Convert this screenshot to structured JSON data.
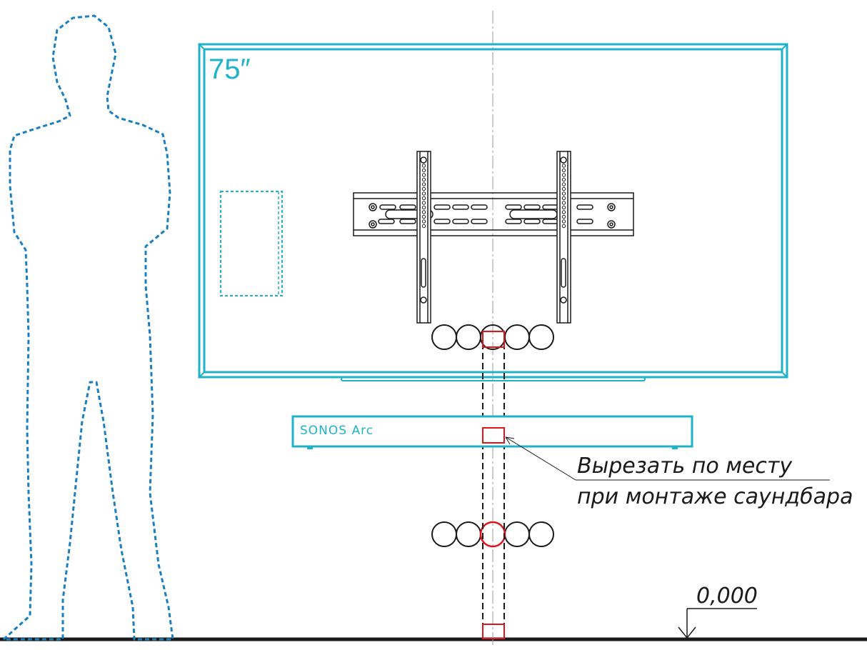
{
  "colors": {
    "outline": "#1fb3c9",
    "human": "#1a7fc0",
    "cutout": "#e0141c",
    "ink": "#1a1a1a"
  },
  "tv": {
    "size_label": "75″"
  },
  "soundbar": {
    "label": "SONOS Arc"
  },
  "callout": {
    "line1": "Вырезать по месту",
    "line2": "при монтаже саундбара"
  },
  "level_mark": {
    "label": "0,000"
  }
}
